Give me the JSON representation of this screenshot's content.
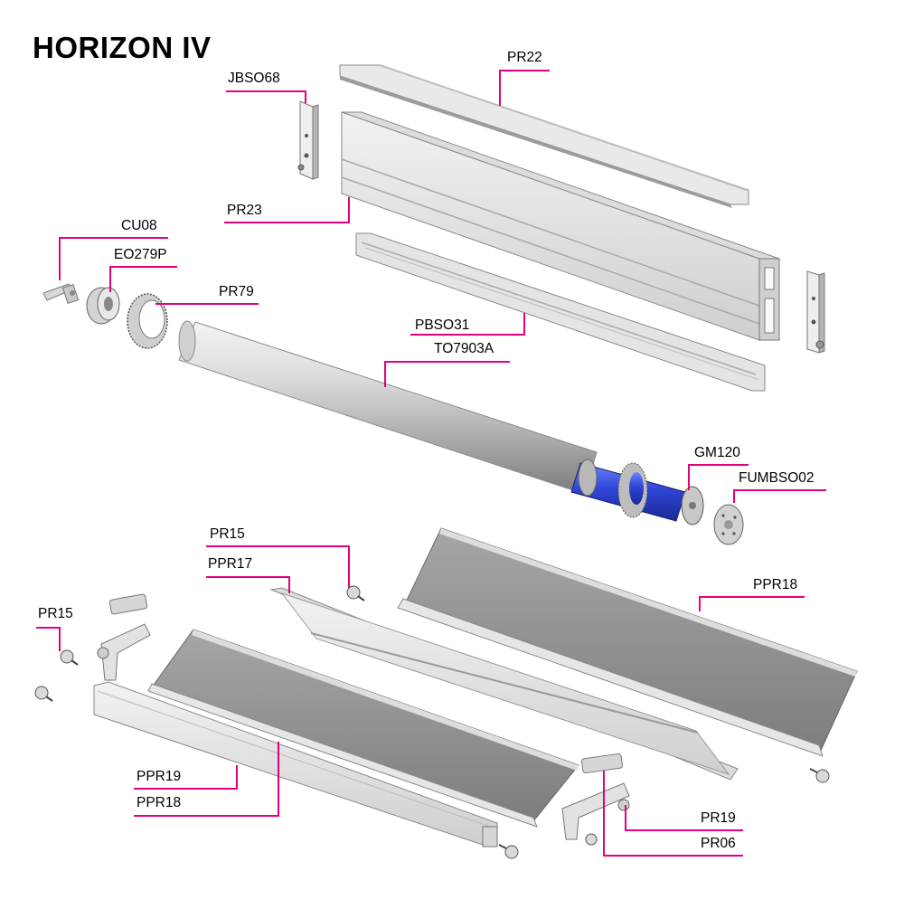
{
  "title": "HORIZON IV",
  "leader_color": "#e6007e",
  "blue_color": "#2f45d6",
  "parts": {
    "PR22": "PR22",
    "JBSO68": "JBSO68",
    "PR23": "PR23",
    "CU08": "CU08",
    "EO279P": "EO279P",
    "PR79": "PR79",
    "PBSO31": "PBSO31",
    "TO7903A": "TO7903A",
    "GM120": "GM120",
    "FUMBSO02": "FUMBSO02",
    "PR15_top": "PR15",
    "PPR17": "PPR17",
    "PPR18_right": "PPR18",
    "PR15_left": "PR15",
    "PPR19": "PPR19",
    "PPR18_bottom": "PPR18",
    "PR19": "PR19",
    "PR06": "PR06"
  }
}
